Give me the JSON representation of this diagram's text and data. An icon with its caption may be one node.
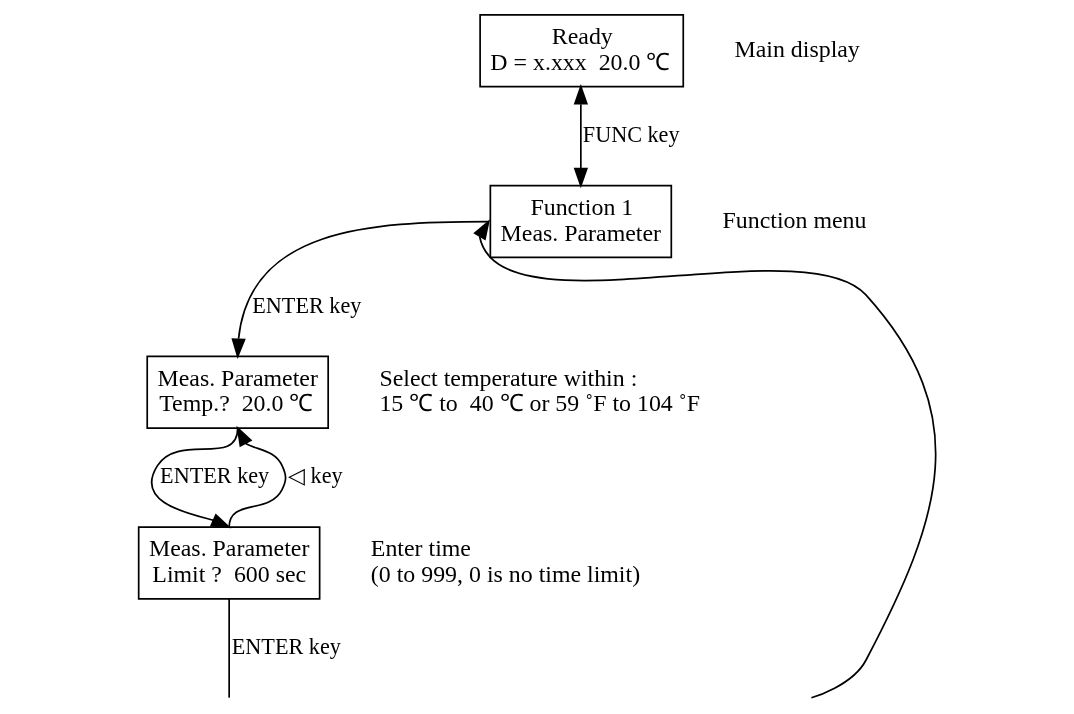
{
  "diagram": {
    "nodes": [
      {
        "text": [
          "Ready",
          "D = x.xxx  20.0 ℃"
        ],
        "beside": [
          "Main display"
        ]
      },
      {
        "text": [
          "Function 1",
          "Meas. Parameter"
        ],
        "beside": [
          "Function menu"
        ]
      },
      {
        "text": [
          "Meas. Parameter",
          "Temp.?  20.0 ℃"
        ],
        "beside": [
          "Select temperature within :",
          "15 ℃ to  40 ℃ or 59 ˚F to 104 ˚F"
        ]
      },
      {
        "text": [
          "Meas. Parameter",
          "Limit ?  600 sec"
        ],
        "beside": [
          "Enter time",
          "(0 to 999, 0 is no time limit)"
        ]
      }
    ],
    "edges": [
      {
        "from": 0,
        "to": 1,
        "arrow": "both",
        "label": "FUNC key"
      },
      {
        "from": 1,
        "to": 2,
        "arrow": "to",
        "label": "ENTER key"
      },
      {
        "from": 2,
        "to": 3,
        "arrow": "to",
        "label": "ENTER key"
      },
      {
        "from": 3,
        "to": 2,
        "arrow": "to",
        "label": "◁ key"
      },
      {
        "from": 3,
        "to": null,
        "arrow": "none",
        "label": "ENTER key"
      },
      {
        "from": null,
        "to": 1,
        "arrow": "to"
      }
    ]
  }
}
